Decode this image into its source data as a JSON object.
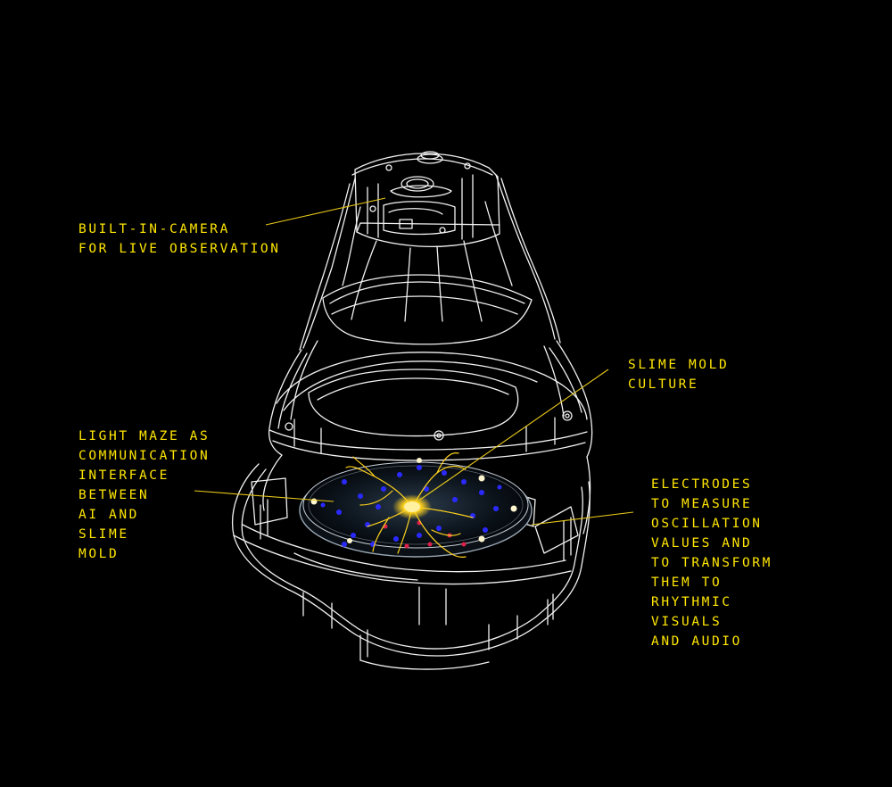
{
  "colors": {
    "background": "#000000",
    "label_text": "#ffe600",
    "leader_line": "#e8c81a",
    "wireframe": "#ffffff",
    "dish_dots_blue": "#2a2aff",
    "dish_dots_red": "#e0204a",
    "slime_mold": "#ffd21e"
  },
  "labels": {
    "camera": [
      "BUILT-IN-CAMERA",
      "FOR LIVE OBSERVATION"
    ],
    "culture": [
      "SLIME MOLD",
      "CULTURE"
    ],
    "maze": [
      "LIGHT MAZE AS",
      "COMMUNICATION",
      "INTERFACE",
      "BETWEEN",
      "AI AND",
      "SLIME",
      "MOLD"
    ],
    "electrodes": [
      "ELECTRODES",
      "TO MEASURE",
      "OSCILLATION",
      "VALUES AND",
      "TO TRANSFORM",
      "THEM TO",
      "RHYTHMIC",
      "VISUALS",
      "AND AUDIO"
    ]
  }
}
